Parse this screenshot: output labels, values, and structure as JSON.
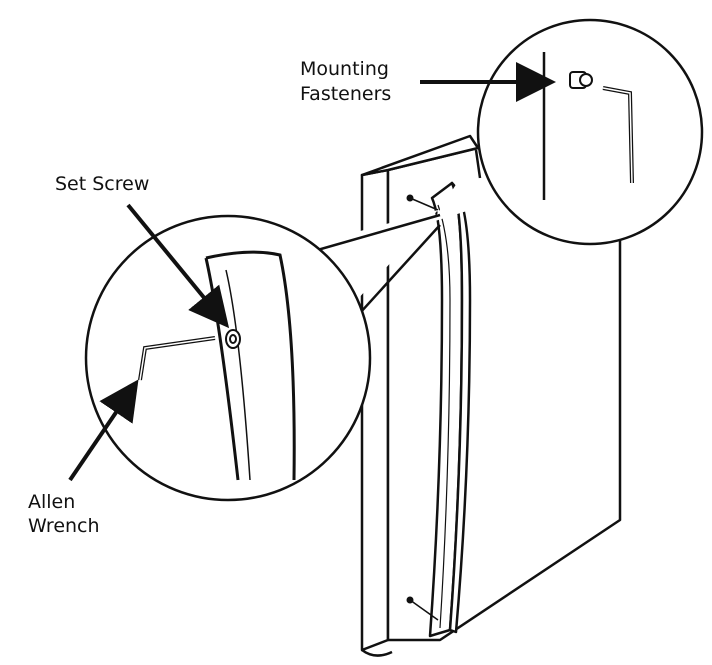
{
  "labels": {
    "mounting_fasteners_line1": "Mounting",
    "mounting_fasteners_line2": "Fasteners",
    "set_screw": "Set Screw",
    "allen_wrench_line1": "Allen",
    "allen_wrench_line2": "Wrench"
  },
  "colors": {
    "line": "#111111",
    "fill": "#ffffff",
    "arrow": "#111111"
  }
}
